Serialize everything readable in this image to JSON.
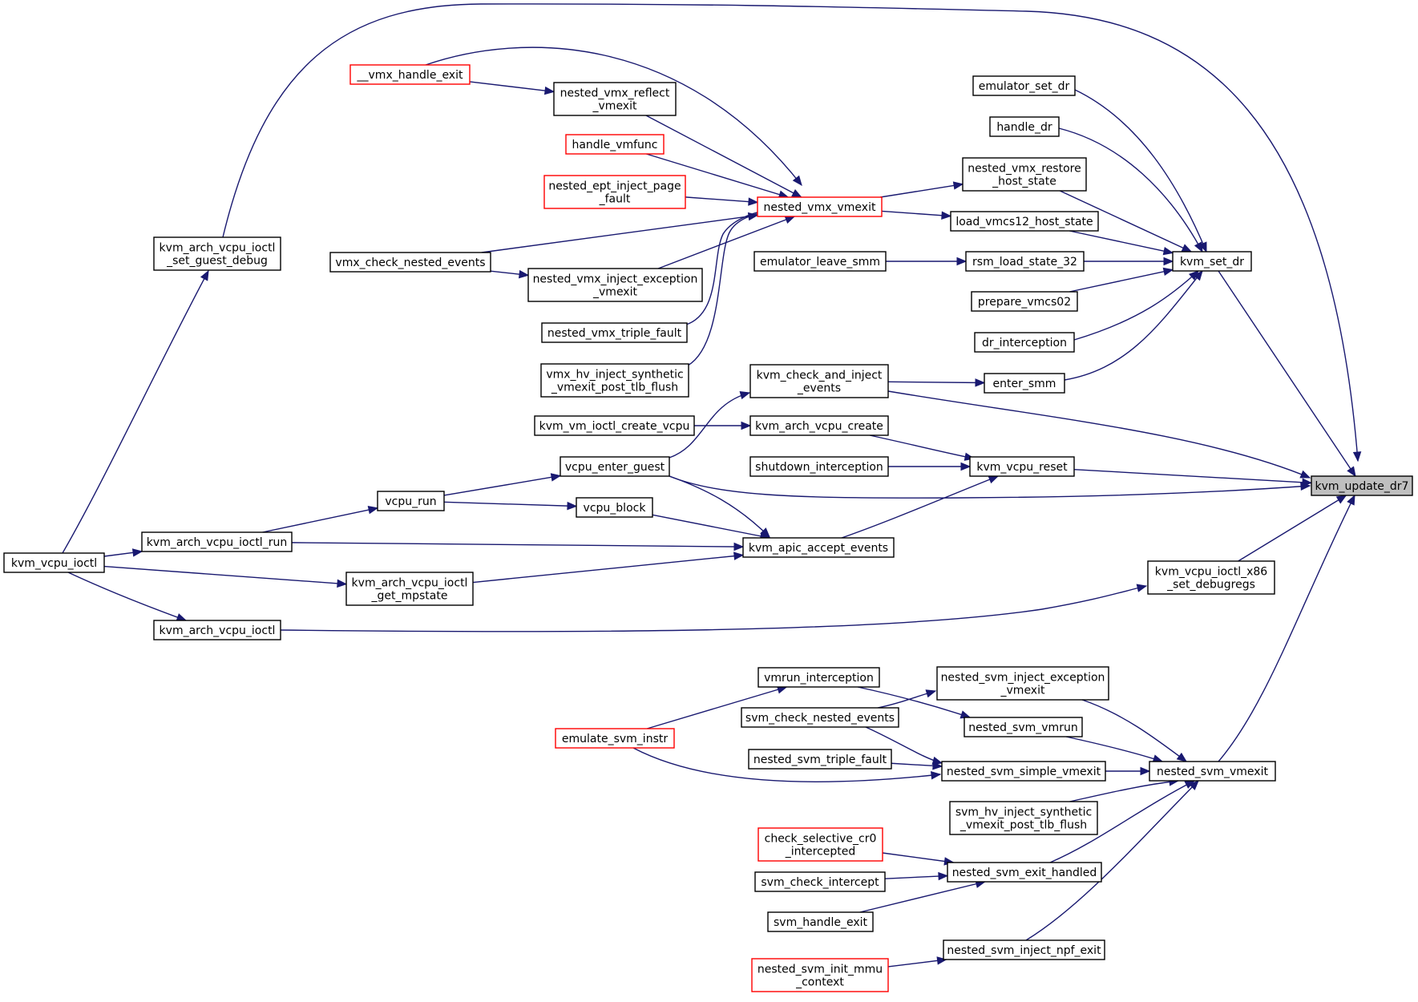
{
  "colors": {
    "edge": "#191970",
    "node_border": "#000000",
    "node_border_truncated": "#ff0000",
    "focus_fill": "#bfbfbf",
    "node_fill": "#ffffff"
  },
  "focus_node": "kvm_update_dr7",
  "nodes": [
    {
      "id": "kvm_update_dr7",
      "lines": [
        "kvm_update_dr7"
      ],
      "style": "focus"
    },
    {
      "id": "kvm_set_dr",
      "lines": [
        "kvm_set_dr"
      ],
      "style": "normal"
    },
    {
      "id": "emulator_set_dr",
      "lines": [
        "emulator_set_dr"
      ],
      "style": "normal"
    },
    {
      "id": "handle_dr",
      "lines": [
        "handle_dr"
      ],
      "style": "normal"
    },
    {
      "id": "nested_vmx_restore_host_state",
      "lines": [
        "nested_vmx_restore",
        "_host_state"
      ],
      "style": "normal"
    },
    {
      "id": "load_vmcs12_host_state",
      "lines": [
        "load_vmcs12_host_state"
      ],
      "style": "normal"
    },
    {
      "id": "rsm_load_state_32",
      "lines": [
        "rsm_load_state_32"
      ],
      "style": "normal"
    },
    {
      "id": "prepare_vmcs02",
      "lines": [
        "prepare_vmcs02"
      ],
      "style": "normal"
    },
    {
      "id": "dr_interception",
      "lines": [
        "dr_interception"
      ],
      "style": "normal"
    },
    {
      "id": "enter_smm",
      "lines": [
        "enter_smm"
      ],
      "style": "normal"
    },
    {
      "id": "emulator_leave_smm",
      "lines": [
        "emulator_leave_smm"
      ],
      "style": "normal"
    },
    {
      "id": "nested_vmx_vmexit",
      "lines": [
        "nested_vmx_vmexit"
      ],
      "style": "truncated"
    },
    {
      "id": "__vmx_handle_exit",
      "lines": [
        "__vmx_handle_exit"
      ],
      "style": "truncated"
    },
    {
      "id": "nested_vmx_reflect_vmexit",
      "lines": [
        "nested_vmx_reflect",
        "_vmexit"
      ],
      "style": "normal"
    },
    {
      "id": "handle_vmfunc",
      "lines": [
        "handle_vmfunc"
      ],
      "style": "truncated"
    },
    {
      "id": "nested_ept_inject_page_fault",
      "lines": [
        "nested_ept_inject_page",
        "_fault"
      ],
      "style": "truncated"
    },
    {
      "id": "vmx_check_nested_events",
      "lines": [
        "vmx_check_nested_events"
      ],
      "style": "normal"
    },
    {
      "id": "nested_vmx_inject_exception_vmexit",
      "lines": [
        "nested_vmx_inject_exception",
        "_vmexit"
      ],
      "style": "normal"
    },
    {
      "id": "nested_vmx_triple_fault",
      "lines": [
        "nested_vmx_triple_fault"
      ],
      "style": "normal"
    },
    {
      "id": "vmx_hv_inject_synthetic_vmexit_post_tlb_flush",
      "lines": [
        "vmx_hv_inject_synthetic",
        "_vmexit_post_tlb_flush"
      ],
      "style": "normal"
    },
    {
      "id": "kvm_arch_vcpu_ioctl_set_guest_debug",
      "lines": [
        "kvm_arch_vcpu_ioctl",
        "_set_guest_debug"
      ],
      "style": "normal"
    },
    {
      "id": "kvm_check_and_inject_events",
      "lines": [
        "kvm_check_and_inject",
        "_events"
      ],
      "style": "normal"
    },
    {
      "id": "kvm_vm_ioctl_create_vcpu",
      "lines": [
        "kvm_vm_ioctl_create_vcpu"
      ],
      "style": "normal"
    },
    {
      "id": "kvm_arch_vcpu_create",
      "lines": [
        "kvm_arch_vcpu_create"
      ],
      "style": "normal"
    },
    {
      "id": "shutdown_interception",
      "lines": [
        "shutdown_interception"
      ],
      "style": "normal"
    },
    {
      "id": "kvm_vcpu_reset",
      "lines": [
        "kvm_vcpu_reset"
      ],
      "style": "normal"
    },
    {
      "id": "vcpu_enter_guest",
      "lines": [
        "vcpu_enter_guest"
      ],
      "style": "normal"
    },
    {
      "id": "vcpu_run",
      "lines": [
        "vcpu_run"
      ],
      "style": "normal"
    },
    {
      "id": "vcpu_block",
      "lines": [
        "vcpu_block"
      ],
      "style": "normal"
    },
    {
      "id": "kvm_arch_vcpu_ioctl_run",
      "lines": [
        "kvm_arch_vcpu_ioctl_run"
      ],
      "style": "normal"
    },
    {
      "id": "kvm_apic_accept_events",
      "lines": [
        "kvm_apic_accept_events"
      ],
      "style": "normal"
    },
    {
      "id": "kvm_vcpu_ioctl",
      "lines": [
        "kvm_vcpu_ioctl"
      ],
      "style": "normal"
    },
    {
      "id": "kvm_arch_vcpu_ioctl_get_mpstate",
      "lines": [
        "kvm_arch_vcpu_ioctl",
        "_get_mpstate"
      ],
      "style": "normal"
    },
    {
      "id": "kvm_arch_vcpu_ioctl",
      "lines": [
        "kvm_arch_vcpu_ioctl"
      ],
      "style": "normal"
    },
    {
      "id": "kvm_vcpu_ioctl_x86_set_debugregs",
      "lines": [
        "kvm_vcpu_ioctl_x86",
        "_set_debugregs"
      ],
      "style": "normal"
    },
    {
      "id": "vmrun_interception",
      "lines": [
        "vmrun_interception"
      ],
      "style": "normal"
    },
    {
      "id": "nested_svm_inject_exception_vmexit",
      "lines": [
        "nested_svm_inject_exception",
        "_vmexit"
      ],
      "style": "normal"
    },
    {
      "id": "svm_check_nested_events",
      "lines": [
        "svm_check_nested_events"
      ],
      "style": "normal"
    },
    {
      "id": "emulate_svm_instr",
      "lines": [
        "emulate_svm_instr"
      ],
      "style": "truncated"
    },
    {
      "id": "nested_svm_vmrun",
      "lines": [
        "nested_svm_vmrun"
      ],
      "style": "normal"
    },
    {
      "id": "nested_svm_triple_fault",
      "lines": [
        "nested_svm_triple_fault"
      ],
      "style": "normal"
    },
    {
      "id": "nested_svm_simple_vmexit",
      "lines": [
        "nested_svm_simple_vmexit"
      ],
      "style": "normal"
    },
    {
      "id": "nested_svm_vmexit",
      "lines": [
        "nested_svm_vmexit"
      ],
      "style": "normal"
    },
    {
      "id": "svm_hv_inject_synthetic_vmexit_post_tlb_flush",
      "lines": [
        "svm_hv_inject_synthetic",
        "_vmexit_post_tlb_flush"
      ],
      "style": "normal"
    },
    {
      "id": "check_selective_cr0_intercepted",
      "lines": [
        "check_selective_cr0",
        "_intercepted"
      ],
      "style": "truncated"
    },
    {
      "id": "nested_svm_exit_handled",
      "lines": [
        "nested_svm_exit_handled"
      ],
      "style": "normal"
    },
    {
      "id": "svm_check_intercept",
      "lines": [
        "svm_check_intercept"
      ],
      "style": "normal"
    },
    {
      "id": "svm_handle_exit",
      "lines": [
        "svm_handle_exit"
      ],
      "style": "normal"
    },
    {
      "id": "nested_svm_inject_npf_exit",
      "lines": [
        "nested_svm_inject_npf_exit"
      ],
      "style": "normal"
    },
    {
      "id": "nested_svm_init_mmu_context",
      "lines": [
        "nested_svm_init_mmu",
        "_context"
      ],
      "style": "truncated"
    }
  ],
  "edges": [
    {
      "from": "kvm_set_dr",
      "to": "kvm_update_dr7"
    },
    {
      "from": "emulator_set_dr",
      "to": "kvm_set_dr"
    },
    {
      "from": "handle_dr",
      "to": "kvm_set_dr"
    },
    {
      "from": "nested_vmx_restore_host_state",
      "to": "kvm_set_dr"
    },
    {
      "from": "load_vmcs12_host_state",
      "to": "kvm_set_dr"
    },
    {
      "from": "rsm_load_state_32",
      "to": "kvm_set_dr"
    },
    {
      "from": "prepare_vmcs02",
      "to": "kvm_set_dr"
    },
    {
      "from": "dr_interception",
      "to": "kvm_set_dr"
    },
    {
      "from": "enter_smm",
      "to": "kvm_set_dr"
    },
    {
      "from": "emulator_leave_smm",
      "to": "rsm_load_state_32"
    },
    {
      "from": "nested_vmx_vmexit",
      "to": "nested_vmx_restore_host_state"
    },
    {
      "from": "nested_vmx_vmexit",
      "to": "load_vmcs12_host_state"
    },
    {
      "from": "__vmx_handle_exit",
      "to": "nested_vmx_vmexit"
    },
    {
      "from": "__vmx_handle_exit",
      "to": "nested_vmx_reflect_vmexit"
    },
    {
      "from": "nested_vmx_reflect_vmexit",
      "to": "nested_vmx_vmexit"
    },
    {
      "from": "handle_vmfunc",
      "to": "nested_vmx_vmexit"
    },
    {
      "from": "nested_ept_inject_page_fault",
      "to": "nested_vmx_vmexit"
    },
    {
      "from": "vmx_check_nested_events",
      "to": "nested_vmx_vmexit"
    },
    {
      "from": "vmx_check_nested_events",
      "to": "nested_vmx_inject_exception_vmexit"
    },
    {
      "from": "nested_vmx_inject_exception_vmexit",
      "to": "nested_vmx_vmexit"
    },
    {
      "from": "nested_vmx_triple_fault",
      "to": "nested_vmx_vmexit"
    },
    {
      "from": "vmx_hv_inject_synthetic_vmexit_post_tlb_flush",
      "to": "nested_vmx_vmexit"
    },
    {
      "from": "kvm_arch_vcpu_ioctl_set_guest_debug",
      "to": "kvm_update_dr7"
    },
    {
      "from": "kvm_vcpu_ioctl",
      "to": "kvm_arch_vcpu_ioctl_set_guest_debug"
    },
    {
      "from": "kvm_check_and_inject_events",
      "to": "enter_smm"
    },
    {
      "from": "kvm_check_and_inject_events",
      "to": "kvm_update_dr7"
    },
    {
      "from": "vcpu_enter_guest",
      "to": "kvm_check_and_inject_events"
    },
    {
      "from": "kvm_vm_ioctl_create_vcpu",
      "to": "kvm_arch_vcpu_create"
    },
    {
      "from": "kvm_arch_vcpu_create",
      "to": "kvm_vcpu_reset"
    },
    {
      "from": "shutdown_interception",
      "to": "kvm_vcpu_reset"
    },
    {
      "from": "kvm_vcpu_reset",
      "to": "kvm_update_dr7"
    },
    {
      "from": "kvm_apic_accept_events",
      "to": "kvm_vcpu_reset"
    },
    {
      "from": "vcpu_enter_guest",
      "to": "kvm_update_dr7"
    },
    {
      "from": "vcpu_enter_guest",
      "to": "kvm_apic_accept_events"
    },
    {
      "from": "vcpu_run",
      "to": "vcpu_enter_guest"
    },
    {
      "from": "vcpu_run",
      "to": "vcpu_block"
    },
    {
      "from": "vcpu_block",
      "to": "kvm_apic_accept_events"
    },
    {
      "from": "kvm_arch_vcpu_ioctl_run",
      "to": "vcpu_run"
    },
    {
      "from": "kvm_arch_vcpu_ioctl_run",
      "to": "kvm_apic_accept_events"
    },
    {
      "from": "kvm_vcpu_ioctl",
      "to": "kvm_arch_vcpu_ioctl_run"
    },
    {
      "from": "kvm_vcpu_ioctl",
      "to": "kvm_arch_vcpu_ioctl_get_mpstate"
    },
    {
      "from": "kvm_arch_vcpu_ioctl_get_mpstate",
      "to": "kvm_apic_accept_events"
    },
    {
      "from": "kvm_vcpu_ioctl",
      "to": "kvm_arch_vcpu_ioctl"
    },
    {
      "from": "kvm_arch_vcpu_ioctl",
      "to": "kvm_vcpu_ioctl_x86_set_debugregs"
    },
    {
      "from": "kvm_vcpu_ioctl_x86_set_debugregs",
      "to": "kvm_update_dr7"
    },
    {
      "from": "nested_svm_vmexit",
      "to": "kvm_update_dr7"
    },
    {
      "from": "nested_svm_inject_exception_vmexit",
      "to": "nested_svm_vmexit"
    },
    {
      "from": "svm_check_nested_events",
      "to": "nested_svm_inject_exception_vmexit"
    },
    {
      "from": "svm_check_nested_events",
      "to": "nested_svm_simple_vmexit"
    },
    {
      "from": "emulate_svm_instr",
      "to": "vmrun_interception"
    },
    {
      "from": "emulate_svm_instr",
      "to": "nested_svm_simple_vmexit"
    },
    {
      "from": "vmrun_interception",
      "to": "nested_svm_vmrun"
    },
    {
      "from": "nested_svm_vmrun",
      "to": "nested_svm_vmexit"
    },
    {
      "from": "nested_svm_triple_fault",
      "to": "nested_svm_simple_vmexit"
    },
    {
      "from": "nested_svm_simple_vmexit",
      "to": "nested_svm_vmexit"
    },
    {
      "from": "svm_hv_inject_synthetic_vmexit_post_tlb_flush",
      "to": "nested_svm_vmexit"
    },
    {
      "from": "nested_svm_exit_handled",
      "to": "nested_svm_vmexit"
    },
    {
      "from": "check_selective_cr0_intercepted",
      "to": "nested_svm_exit_handled"
    },
    {
      "from": "svm_check_intercept",
      "to": "nested_svm_exit_handled"
    },
    {
      "from": "svm_handle_exit",
      "to": "nested_svm_exit_handled"
    },
    {
      "from": "nested_svm_inject_npf_exit",
      "to": "nested_svm_vmexit"
    },
    {
      "from": "nested_svm_init_mmu_context",
      "to": "nested_svm_inject_npf_exit"
    }
  ]
}
